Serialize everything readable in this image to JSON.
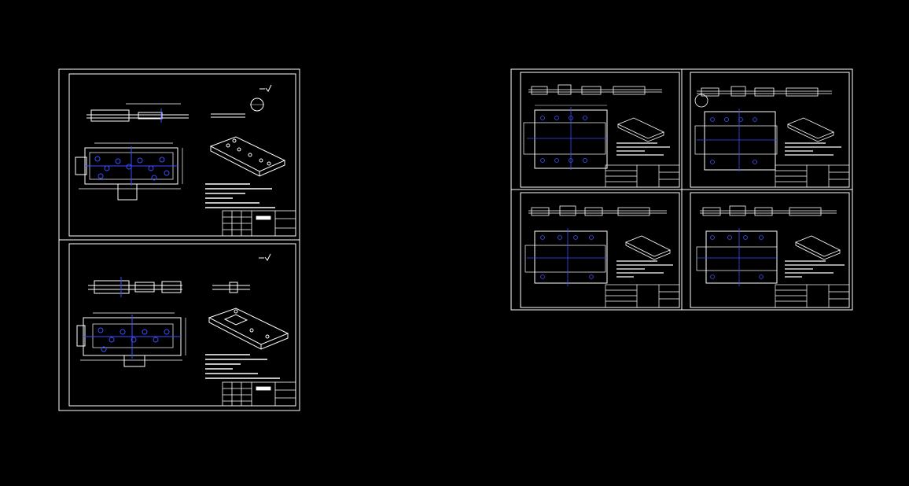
{
  "canvas": {
    "background": "#000000",
    "line_color": "#ffffff",
    "dimension_color": "#3a4cff"
  },
  "sheets": [
    {
      "id": "left-top",
      "title_text": "",
      "has_iso_view": true
    },
    {
      "id": "left-bottom",
      "title_text": "",
      "has_iso_view": true
    },
    {
      "id": "right-top-left",
      "title_text": "",
      "has_iso_view": true
    },
    {
      "id": "right-top-right",
      "title_text": "",
      "has_iso_view": true
    },
    {
      "id": "right-bottom-left",
      "title_text": "",
      "has_iso_view": true
    },
    {
      "id": "right-bottom-right",
      "title_text": "",
      "has_iso_view": true
    }
  ]
}
